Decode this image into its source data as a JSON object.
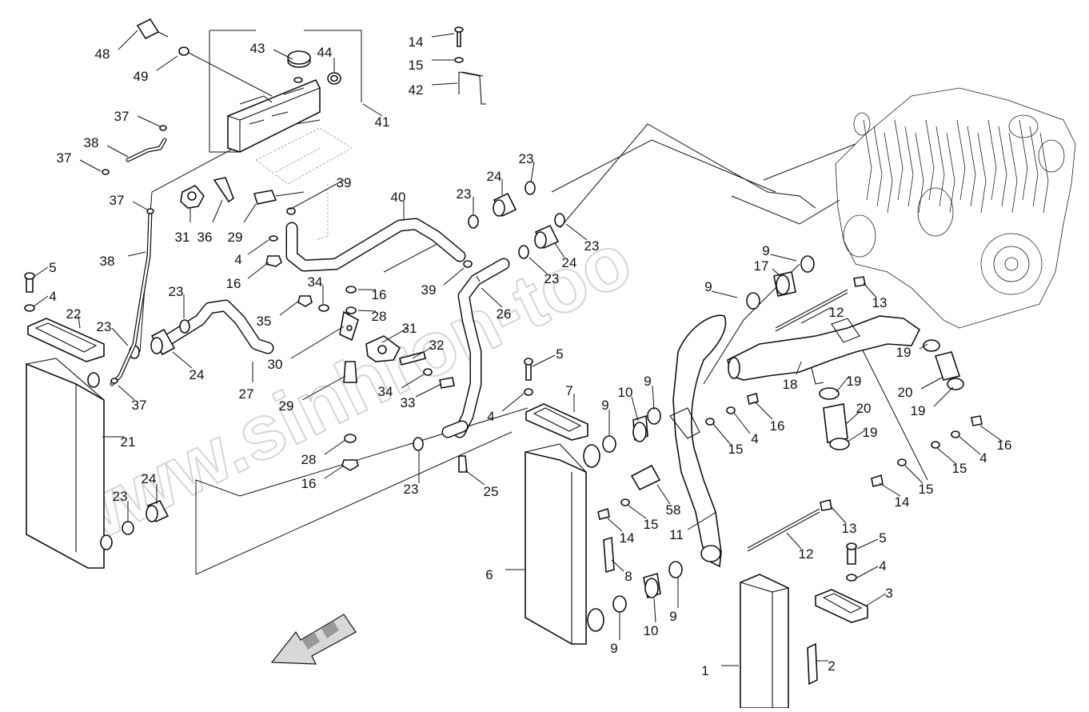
{
  "watermark": "www.sinhron-too",
  "callouts": [
    {
      "id": "c48",
      "label": "48"
    },
    {
      "id": "c49",
      "label": "49"
    },
    {
      "id": "c43",
      "label": "43"
    },
    {
      "id": "c44",
      "label": "44"
    },
    {
      "id": "c41",
      "label": "41"
    },
    {
      "id": "c14a",
      "label": "14"
    },
    {
      "id": "c15a",
      "label": "15"
    },
    {
      "id": "c42",
      "label": "42"
    },
    {
      "id": "c37a",
      "label": "37"
    },
    {
      "id": "c38a",
      "label": "38"
    },
    {
      "id": "c37b",
      "label": "37"
    },
    {
      "id": "c37c",
      "label": "37"
    },
    {
      "id": "c39a",
      "label": "39"
    },
    {
      "id": "c31a",
      "label": "31"
    },
    {
      "id": "c36",
      "label": "36"
    },
    {
      "id": "c29a",
      "label": "29"
    },
    {
      "id": "c4a",
      "label": "4"
    },
    {
      "id": "c16a",
      "label": "16"
    },
    {
      "id": "c40",
      "label": "40"
    },
    {
      "id": "c23a",
      "label": "23"
    },
    {
      "id": "c24a",
      "label": "24"
    },
    {
      "id": "c23b",
      "label": "23"
    },
    {
      "id": "c23c",
      "label": "23"
    },
    {
      "id": "c24b",
      "label": "24"
    },
    {
      "id": "c23d",
      "label": "23"
    },
    {
      "id": "c39b",
      "label": "39"
    },
    {
      "id": "c26",
      "label": "26"
    },
    {
      "id": "c38b",
      "label": "38"
    },
    {
      "id": "c5a",
      "label": "5"
    },
    {
      "id": "c4b",
      "label": "4"
    },
    {
      "id": "c22",
      "label": "22"
    },
    {
      "id": "c23e",
      "label": "23"
    },
    {
      "id": "c23f",
      "label": "23"
    },
    {
      "id": "c24c",
      "label": "24"
    },
    {
      "id": "c27",
      "label": "27"
    },
    {
      "id": "c37d",
      "label": "37"
    },
    {
      "id": "c34a",
      "label": "34"
    },
    {
      "id": "c35",
      "label": "35"
    },
    {
      "id": "c16b",
      "label": "16"
    },
    {
      "id": "c28a",
      "label": "28"
    },
    {
      "id": "c31b",
      "label": "31"
    },
    {
      "id": "c30",
      "label": "30"
    },
    {
      "id": "c32",
      "label": "32"
    },
    {
      "id": "c29b",
      "label": "29"
    },
    {
      "id": "c34b",
      "label": "34"
    },
    {
      "id": "c33",
      "label": "33"
    },
    {
      "id": "c21",
      "label": "21"
    },
    {
      "id": "c28b",
      "label": "28"
    },
    {
      "id": "c16c",
      "label": "16"
    },
    {
      "id": "c23g",
      "label": "23"
    },
    {
      "id": "c24d",
      "label": "24"
    },
    {
      "id": "c23h",
      "label": "23"
    },
    {
      "id": "c25",
      "label": "25"
    },
    {
      "id": "c5b",
      "label": "5"
    },
    {
      "id": "c4c",
      "label": "4"
    },
    {
      "id": "c7",
      "label": "7"
    },
    {
      "id": "c9a",
      "label": "9"
    },
    {
      "id": "c10a",
      "label": "10"
    },
    {
      "id": "c9b",
      "label": "9"
    },
    {
      "id": "c9c",
      "label": "9"
    },
    {
      "id": "c17",
      "label": "17"
    },
    {
      "id": "c9d",
      "label": "9"
    },
    {
      "id": "c13a",
      "label": "13"
    },
    {
      "id": "c12a",
      "label": "12"
    },
    {
      "id": "c19a",
      "label": "19"
    },
    {
      "id": "c20a",
      "label": "20"
    },
    {
      "id": "c19b",
      "label": "19"
    },
    {
      "id": "c18",
      "label": "18"
    },
    {
      "id": "c19c",
      "label": "19"
    },
    {
      "id": "c20b",
      "label": "20"
    },
    {
      "id": "c19d",
      "label": "19"
    },
    {
      "id": "c16d",
      "label": "16"
    },
    {
      "id": "c4d",
      "label": "4"
    },
    {
      "id": "c15b",
      "label": "15"
    },
    {
      "id": "c16e",
      "label": "16"
    },
    {
      "id": "c4e",
      "label": "4"
    },
    {
      "id": "c15c",
      "label": "15"
    },
    {
      "id": "c15d",
      "label": "15"
    },
    {
      "id": "c14b",
      "label": "14"
    },
    {
      "id": "c58",
      "label": "58"
    },
    {
      "id": "c15e",
      "label": "15"
    },
    {
      "id": "c14c",
      "label": "14"
    },
    {
      "id": "c11",
      "label": "11"
    },
    {
      "id": "c13b",
      "label": "13"
    },
    {
      "id": "c12b",
      "label": "12"
    },
    {
      "id": "c5c",
      "label": "5"
    },
    {
      "id": "c4f",
      "label": "4"
    },
    {
      "id": "c3",
      "label": "3"
    },
    {
      "id": "c6",
      "label": "6"
    },
    {
      "id": "c8",
      "label": "8"
    },
    {
      "id": "c9e",
      "label": "9"
    },
    {
      "id": "c10b",
      "label": "10"
    },
    {
      "id": "c9f",
      "label": "9"
    },
    {
      "id": "c1",
      "label": "1"
    },
    {
      "id": "c2",
      "label": "2"
    }
  ]
}
